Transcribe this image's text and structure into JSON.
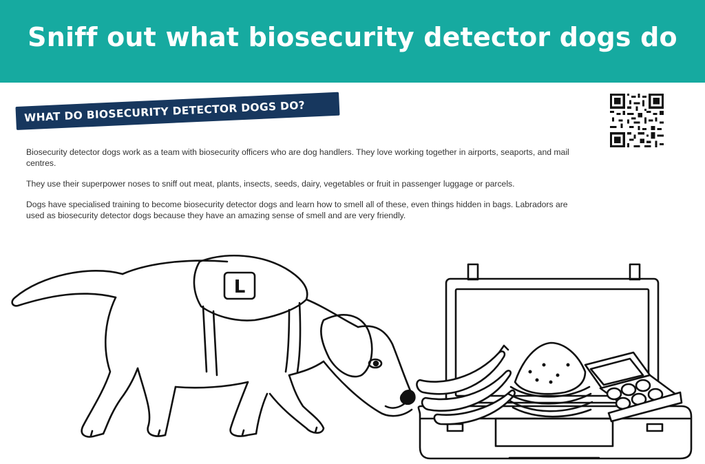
{
  "header": {
    "title": "Sniff out what biosecurity detector dogs do",
    "background_color": "#16aaa0"
  },
  "section": {
    "heading": "WHAT DO BIOSECURITY DETECTOR DOGS DO?",
    "heading_color": "#17375e"
  },
  "qr_code": {
    "icon": "qr-code-icon"
  },
  "paragraphs": [
    "Biosecurity detector dogs work as a team with biosecurity officers who are dog handlers. They love working together in airports, seaports, and mail centres.",
    "They use their superpower noses to sniff out meat, plants, insects, seeds, dairy, vegetables or fruit in passenger luggage or parcels.",
    "Dogs have specialised training to become biosecurity detector dogs and learn how to smell all of these, even things hidden in bags. Labradors are used as biosecurity detector dogs because they have an amazing sense of smell and are very friendly."
  ],
  "illustration": {
    "vest_letter": "L",
    "dog": "labrador-dog-illustration",
    "suitcase": "open-suitcase-illustration",
    "items": [
      "banana-icon",
      "sandwich-icon",
      "egg-carton-icon"
    ]
  }
}
